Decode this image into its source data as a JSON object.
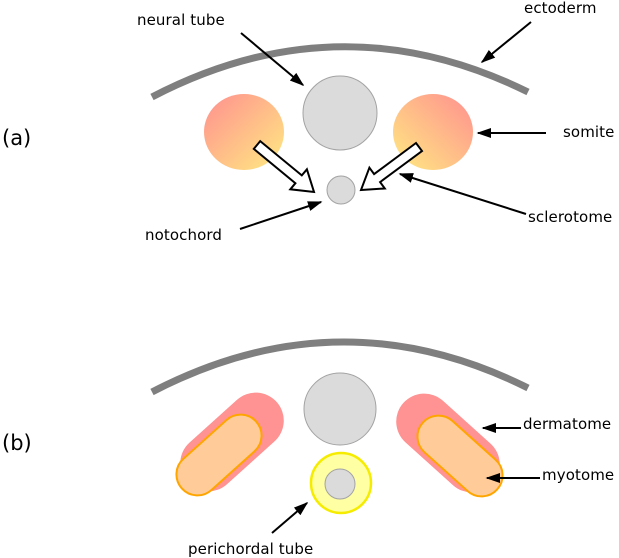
{
  "diagram": {
    "panel_a": {
      "panel_label": "(a)",
      "labels": {
        "neural_tube": "neural tube",
        "ectoderm": "ectoderm",
        "somite": "somite",
        "sclerotome": "sclerotome",
        "notochord": "notochord"
      }
    },
    "panel_b": {
      "panel_label": "(b)",
      "labels": {
        "dermatome": "dermatome",
        "myotome": "myotome",
        "perichordal_tube": "perichordal tube"
      }
    },
    "colors": {
      "ectoderm_gray": "#7f7f7f",
      "gray_fill": "#dbdbdb",
      "gray_stroke": "#a3a3a3",
      "somite_pink": "#ff8f8f",
      "somite_yellow": "#ffeb82",
      "dermatome_pink": "#ff9292",
      "myotome_fill": "#ffcc99",
      "myotome_stroke": "#ffa500",
      "perichordal_fill": "#ffffa3",
      "perichordal_stroke": "#f5ec00",
      "annotation_black": "#000000",
      "open_arrow_fill": "#ffffff"
    }
  }
}
